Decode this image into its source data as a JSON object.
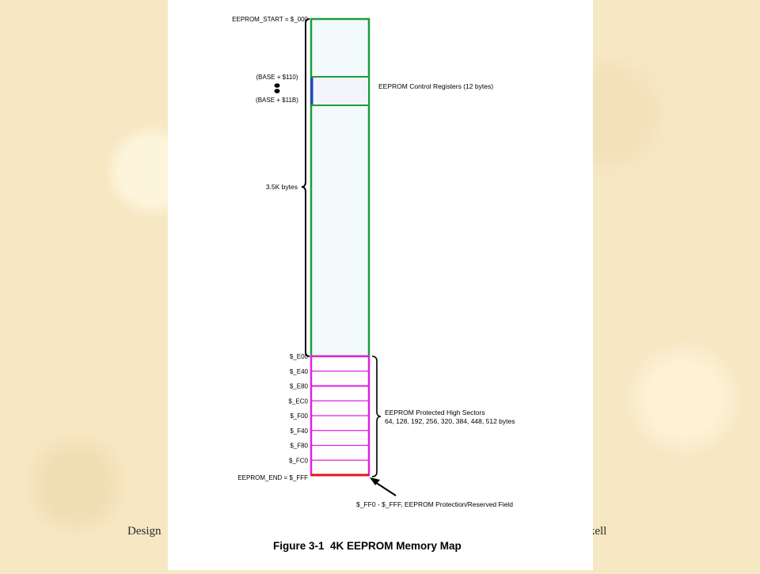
{
  "footer": {
    "left": "Design",
    "right": "skell"
  },
  "figure": {
    "caption": "Figure 3-1  4K EEPROM Memory Map",
    "start_label": "EEPROM_START = $_000",
    "base_start": "(BASE + $110)",
    "base_end": "(BASE + $11B)",
    "control_registers": "EEPROM Control Registers (12 bytes)",
    "size_label": "3.5K bytes",
    "sector_addresses": [
      "$_E00",
      "$_E40",
      "$_E80",
      "$_EC0",
      "$_F00",
      "$_F40",
      "$_F80",
      "$_FC0"
    ],
    "end_label": "EEPROM_END = $_FFF",
    "protected_title": "EEPROM Protected High Sectors",
    "protected_sizes": "64, 128, 192, 256, 320, 384, 448, 512 bytes",
    "reserved_label": "$_FF0 - $_FFF, EEPROM Protection/Reserved Field"
  },
  "colors": {
    "main_block_border": "#1a9e3a",
    "main_block_fill": "#f2fafc",
    "control_border": "#2a3ad0",
    "sector_border": "#e020e0",
    "reserved_line": "#e01818"
  }
}
